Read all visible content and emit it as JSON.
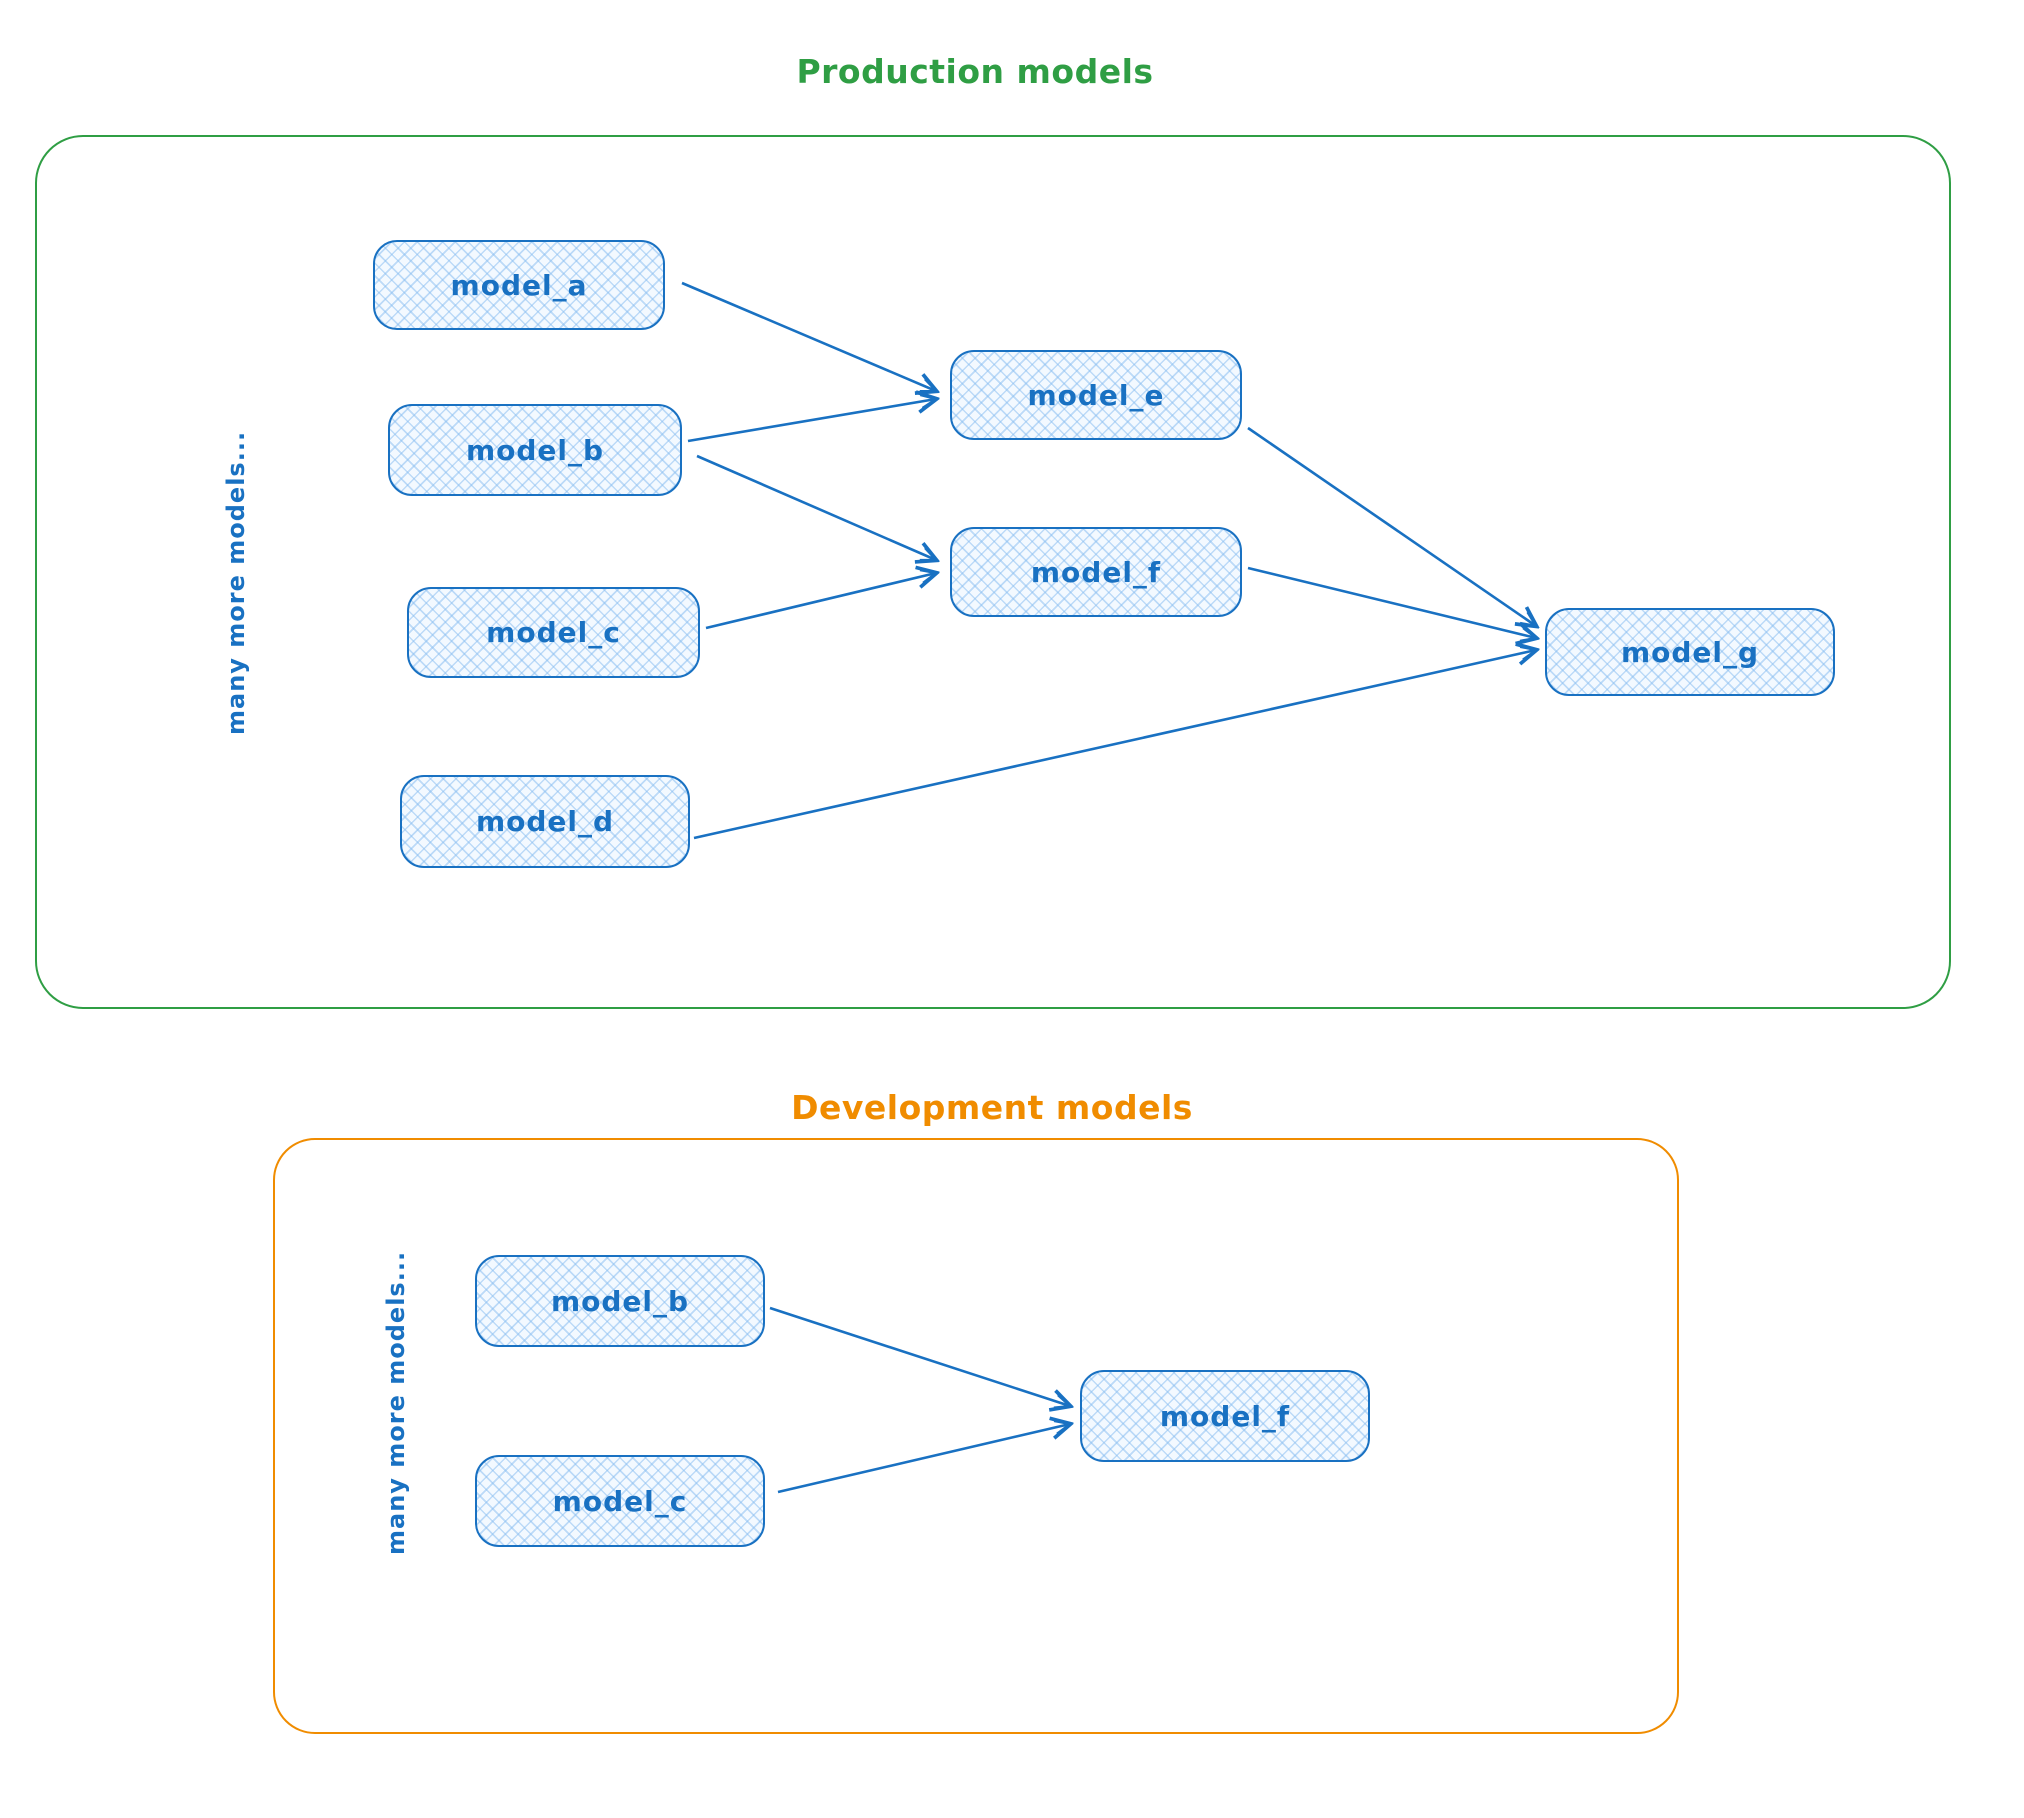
{
  "colors": {
    "node_stroke": "#1971c2",
    "node_fill_hatch": "#cfe6fb",
    "node_text": "#1971c2",
    "production_accent": "#2f9e44",
    "development_accent": "#f08c00"
  },
  "production": {
    "title": "Production models",
    "side_note": "many more models...",
    "nodes": {
      "a": {
        "label": "model_a"
      },
      "b": {
        "label": "model_b"
      },
      "c": {
        "label": "model_c"
      },
      "d": {
        "label": "model_d"
      },
      "e": {
        "label": "model_e"
      },
      "f": {
        "label": "model_f"
      },
      "g": {
        "label": "model_g"
      }
    },
    "edges": [
      {
        "from": "model_a",
        "to": "model_e"
      },
      {
        "from": "model_b",
        "to": "model_e"
      },
      {
        "from": "model_b",
        "to": "model_f"
      },
      {
        "from": "model_c",
        "to": "model_f"
      },
      {
        "from": "model_d",
        "to": "model_g"
      },
      {
        "from": "model_e",
        "to": "model_g"
      },
      {
        "from": "model_f",
        "to": "model_g"
      }
    ]
  },
  "development": {
    "title": "Development models",
    "side_note": "many more models...",
    "nodes": {
      "b": {
        "label": "model_b"
      },
      "c": {
        "label": "model_c"
      },
      "f": {
        "label": "model_f"
      }
    },
    "edges": [
      {
        "from": "model_b",
        "to": "model_f"
      },
      {
        "from": "model_c",
        "to": "model_f"
      }
    ]
  }
}
